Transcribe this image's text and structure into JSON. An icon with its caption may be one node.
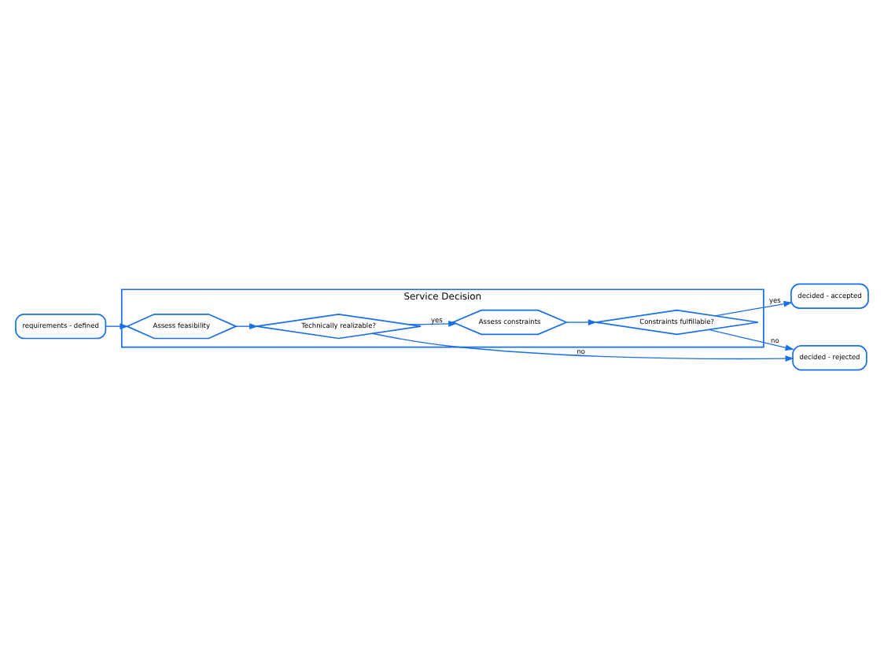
{
  "diagram": {
    "nodes": [
      {
        "text": [
          "requirements - defined"
        ]
      },
      {
        "text": [
          "Service Decision"
        ]
      },
      {
        "text": [
          "Assess feasibility"
        ],
        "in": 1
      },
      {
        "text": [
          "Technically realizable?"
        ],
        "in": 1
      },
      {
        "text": [
          "Assess constraints"
        ],
        "in": 1
      },
      {
        "text": [
          "Constraints fulfillable?"
        ],
        "in": 1
      },
      {
        "text": [
          "decided - accepted"
        ]
      },
      {
        "text": [
          "decided - rejected"
        ]
      }
    ],
    "edges": [
      {
        "from": 0,
        "to": 2,
        "arrow": "to"
      },
      {
        "from": 2,
        "to": 3,
        "arrow": "to"
      },
      {
        "from": 3,
        "to": 4,
        "arrow": "to",
        "label": "yes"
      },
      {
        "from": 4,
        "to": 5,
        "arrow": "to"
      },
      {
        "from": 5,
        "to": 6,
        "arrow": "to",
        "label": "yes"
      },
      {
        "from": 3,
        "to": 7,
        "arrow": "to",
        "label": "no"
      },
      {
        "from": 5,
        "to": 7,
        "arrow": "to",
        "label": "no"
      }
    ]
  }
}
